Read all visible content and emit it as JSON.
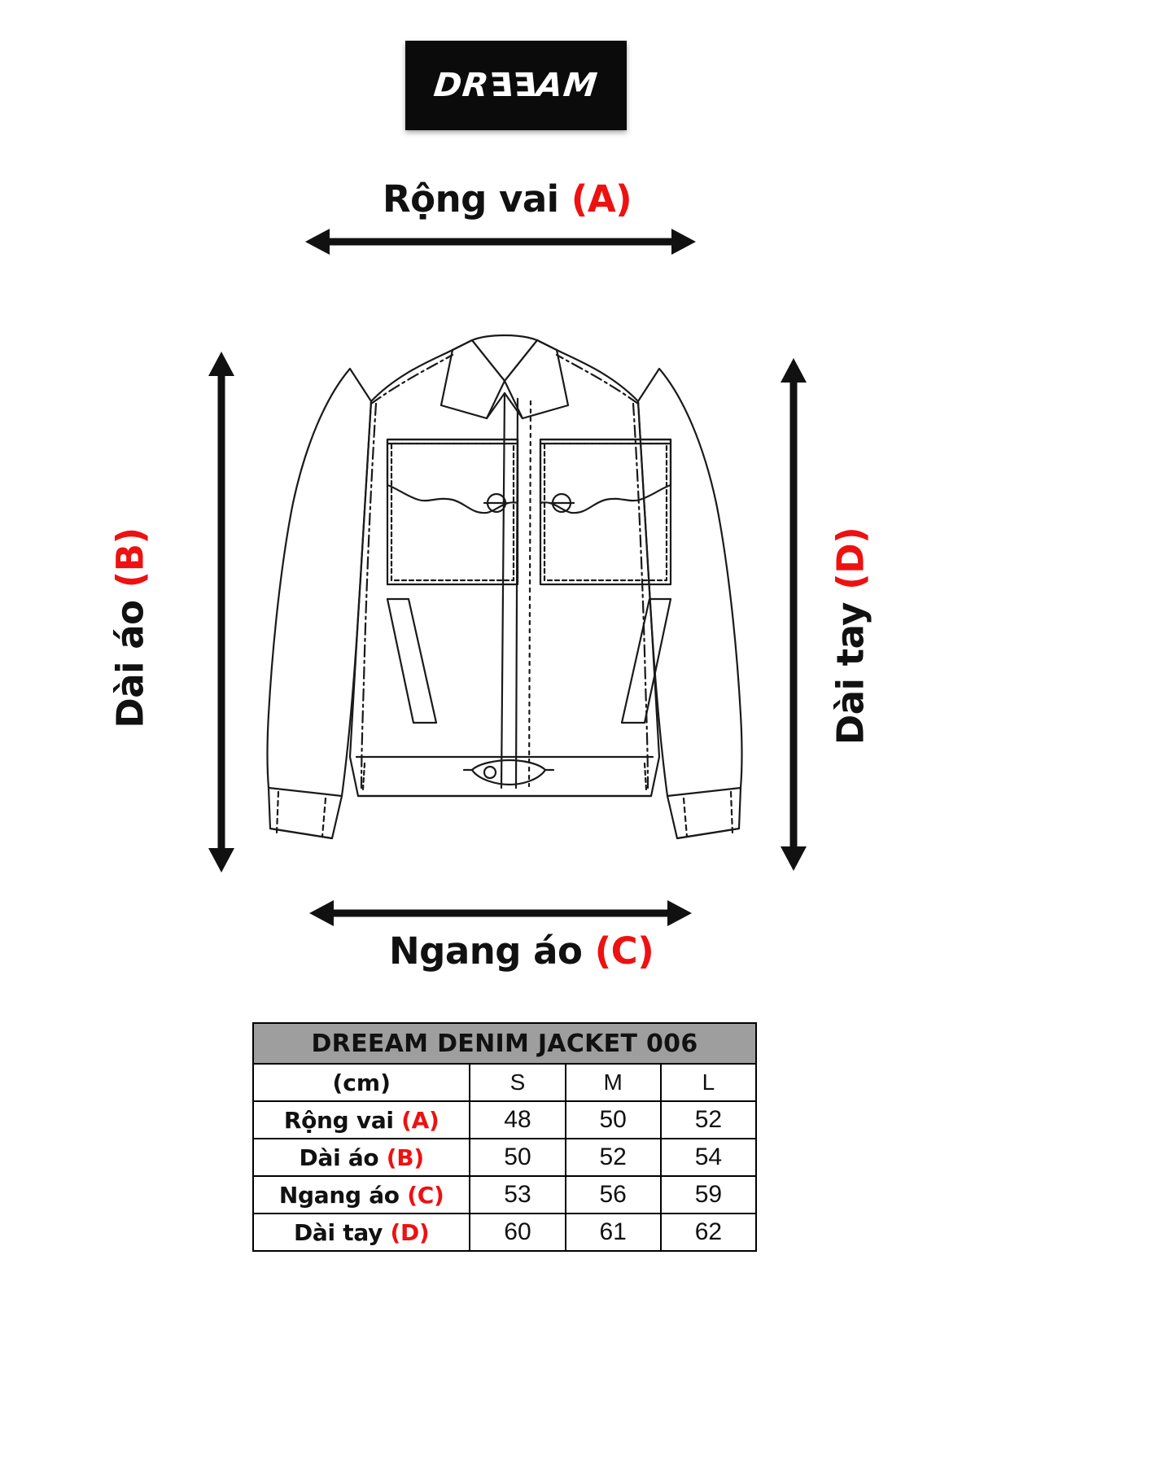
{
  "brand": {
    "logo_text": "DREEAM",
    "logo_display_prefix": "DR",
    "logo_display_suffix": "AM"
  },
  "diagram": {
    "labels": {
      "shoulder": {
        "text": "Rộng vai ",
        "key": "(A)"
      },
      "length": {
        "text": "Dài áo ",
        "key": "(B)"
      },
      "chest": {
        "text": "Ngang áo ",
        "key": "(C)"
      },
      "sleeve": {
        "text": "Dài tay ",
        "key": "(D)"
      }
    },
    "garment": "denim-jacket-technical-flat"
  },
  "size_table": {
    "title": "DREEAM DENIM JACKET 006",
    "unit_label": "(cm)",
    "sizes": [
      "S",
      "M",
      "L"
    ],
    "rows": [
      {
        "label": "Rộng vai ",
        "key": "(A)",
        "values": [
          "48",
          "50",
          "52"
        ]
      },
      {
        "label": "Dài áo ",
        "key": "(B)",
        "values": [
          "50",
          "52",
          "54"
        ]
      },
      {
        "label": "Ngang áo ",
        "key": "(C)",
        "values": [
          "53",
          "56",
          "59"
        ]
      },
      {
        "label": "Dài tay ",
        "key": "(D)",
        "values": [
          "60",
          "61",
          "62"
        ]
      }
    ]
  },
  "colors": {
    "accent_red": "#ee1111",
    "table_header_gray": "#9e9e9e",
    "logo_bg": "#0b0b0b",
    "ink": "#111111"
  }
}
